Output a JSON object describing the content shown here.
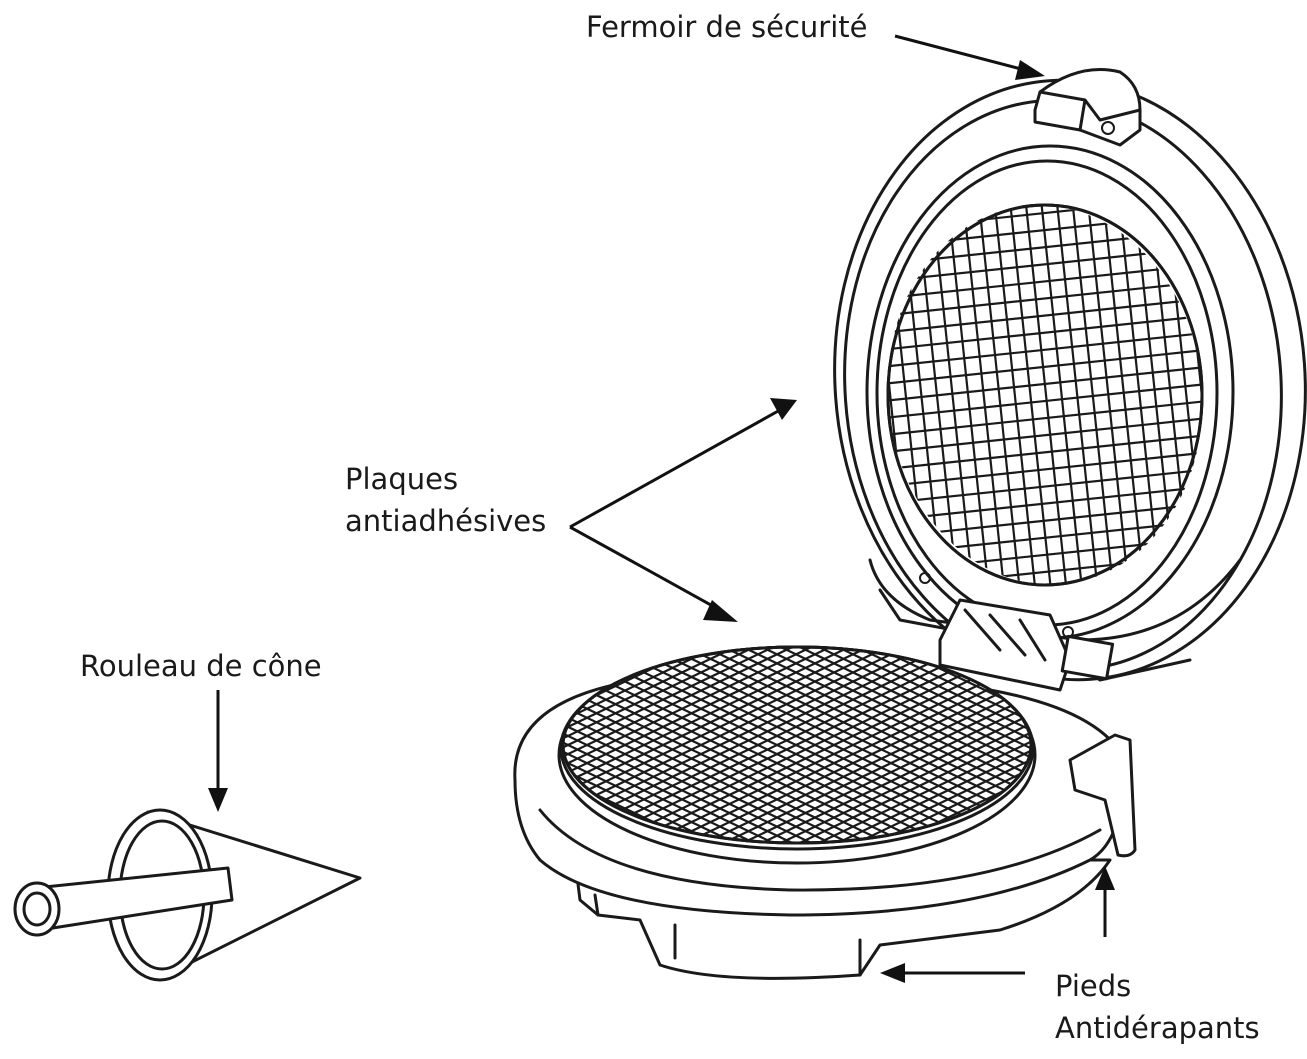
{
  "labels": {
    "safety_clasp": "Fermoir de sécurité",
    "nonstick_plates_line1": "Plaques",
    "nonstick_plates_line2": "antiadhésives",
    "cone_roller": "Rouleau de cône",
    "feet_line1": "Pieds",
    "feet_line2": "Antidérapants"
  },
  "colors": {
    "line": "#1a1a1a",
    "background": "#ffffff"
  }
}
